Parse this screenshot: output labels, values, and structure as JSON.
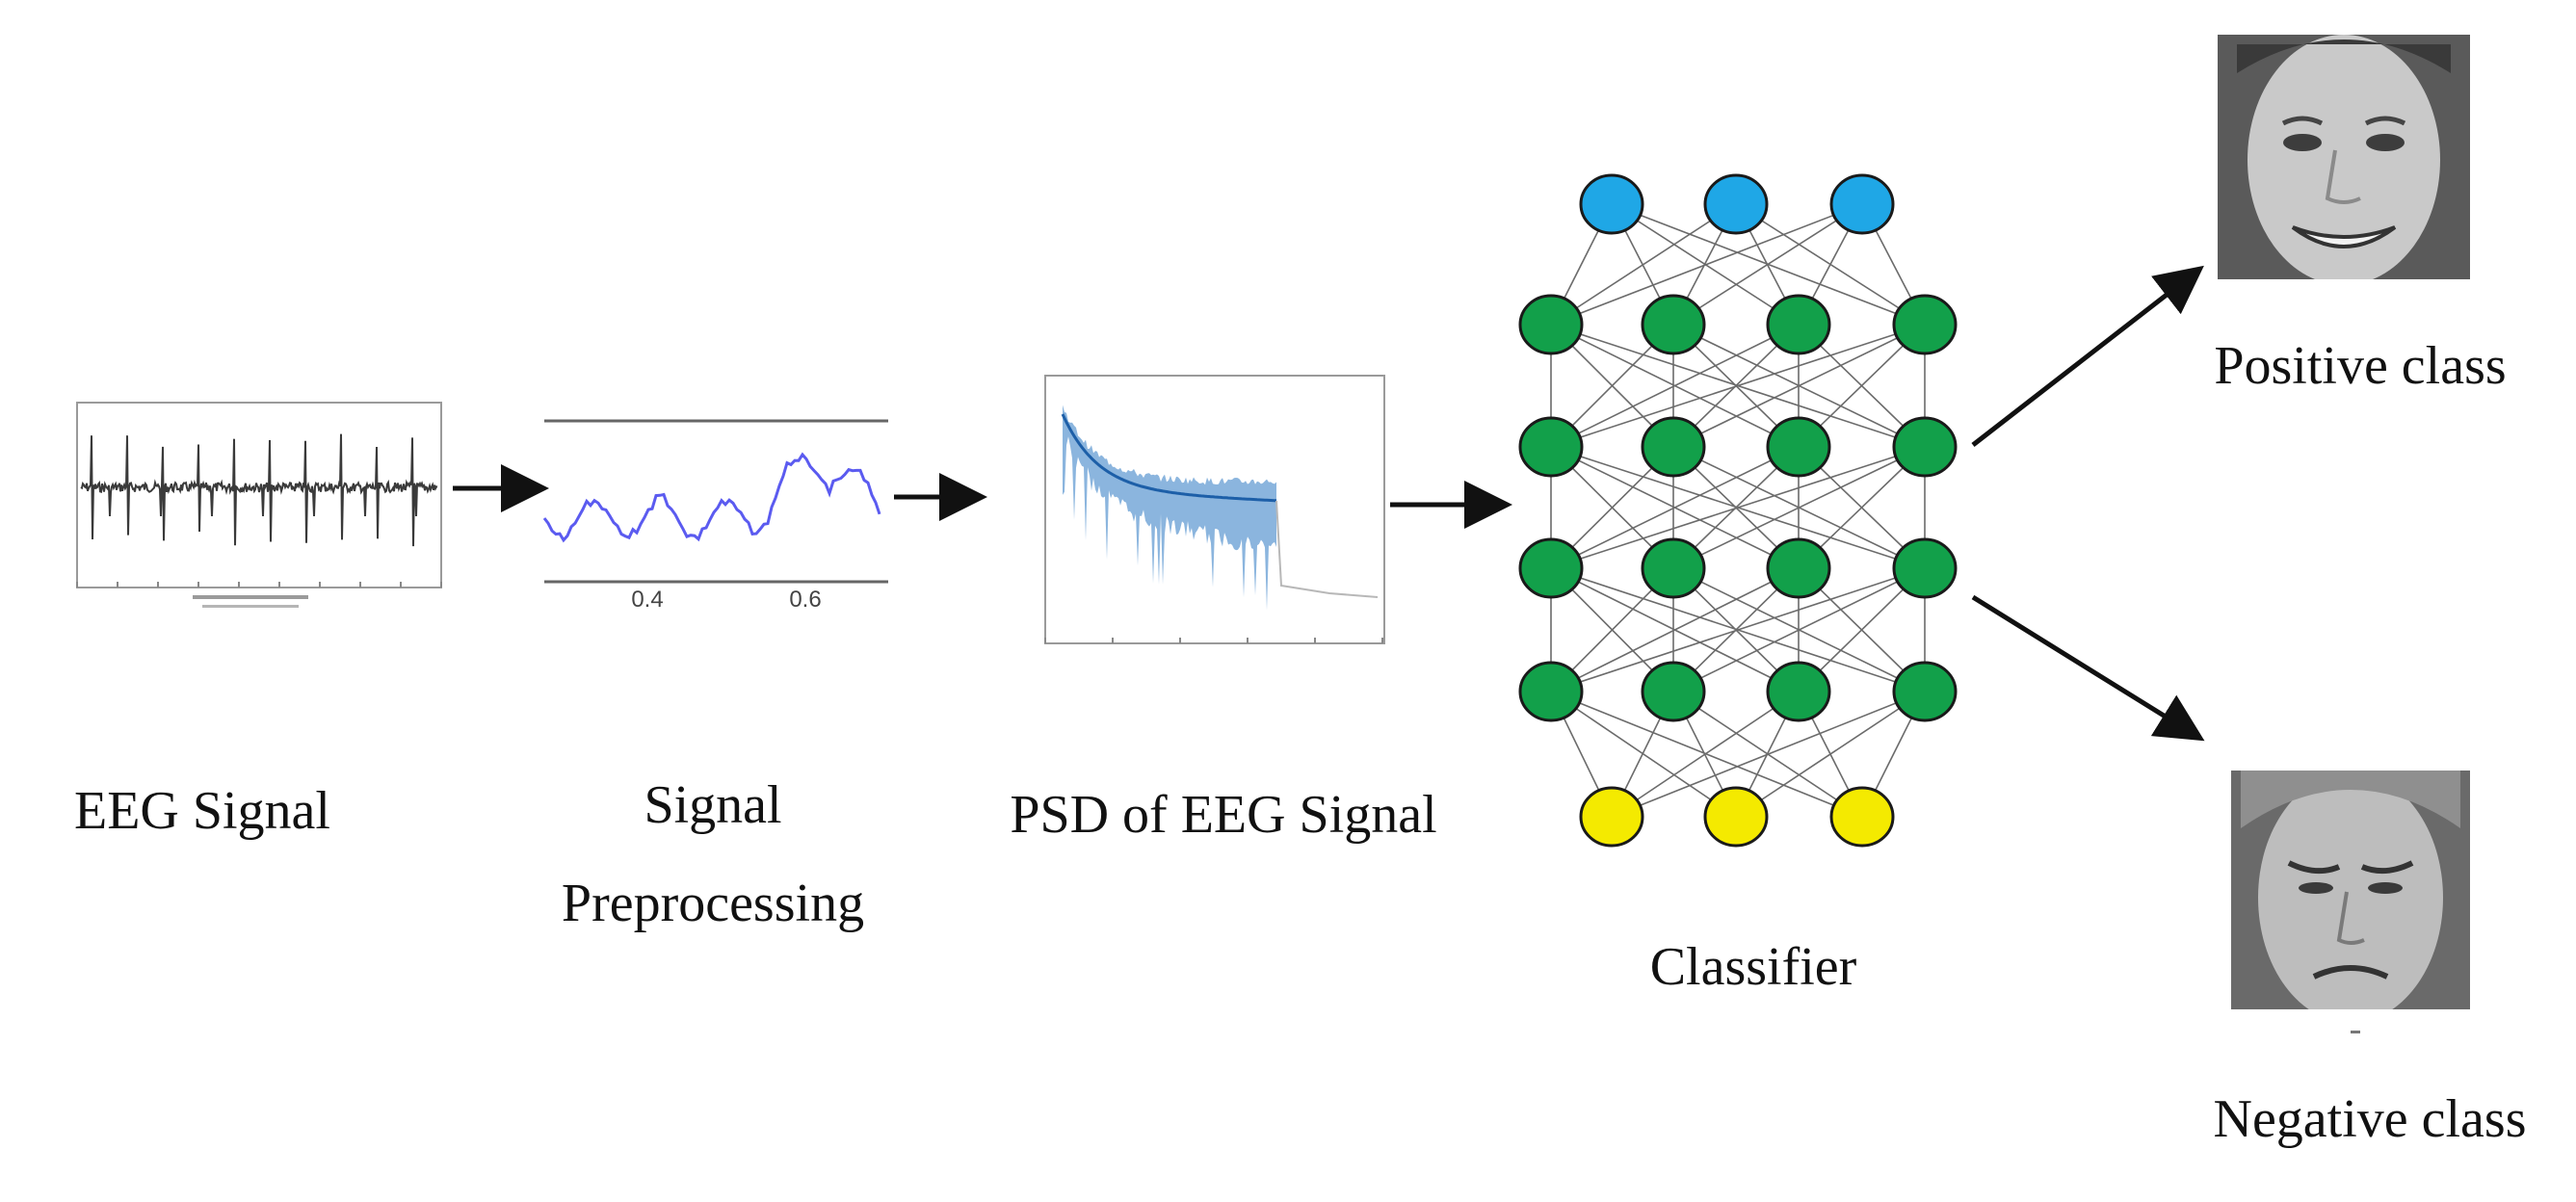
{
  "labels": {
    "eeg_signal": "EEG Signal",
    "preprocessing_line1": "Signal",
    "preprocessing_line2": "Preprocessing",
    "psd": "PSD of EEG Signal",
    "classifier": "Classifier",
    "positive": "Positive class",
    "negative": "Negative class"
  },
  "preprocessing_plot": {
    "tick_labels": [
      "0.4",
      "0.6"
    ],
    "line_color": "#5b5bf0"
  },
  "psd_plot": {
    "line_color": "#2b78c2"
  },
  "network": {
    "layer_sizes": [
      3,
      4,
      4,
      4,
      4,
      3
    ],
    "colors": {
      "output": "#1fa7e6",
      "hidden": "#12a04a",
      "input": "#f4ea00",
      "edge": "#6b6b6b"
    }
  },
  "icons": [
    "positive-face-image",
    "negative-face-image",
    "right-arrow-icon"
  ]
}
